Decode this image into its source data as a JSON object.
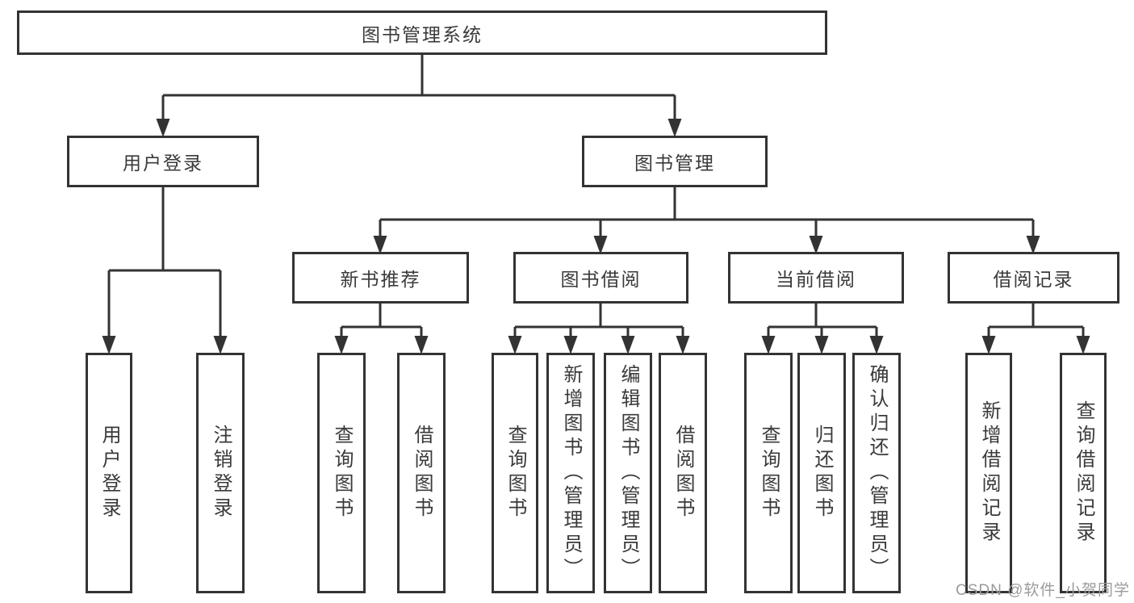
{
  "tree": {
    "label": "图书管理系统",
    "children": [
      {
        "label": "用户登录",
        "children": [
          {
            "label": "用户登录"
          },
          {
            "label": "注销登录"
          }
        ]
      },
      {
        "label": "图书管理",
        "children": [
          {
            "label": "新书推荐",
            "children": [
              {
                "label": "查询图书"
              },
              {
                "label": "借阅图书"
              }
            ]
          },
          {
            "label": "图书借阅",
            "children": [
              {
                "label": "查询图书"
              },
              {
                "label": "新增图书（管理员）"
              },
              {
                "label": "编辑图书（管理员）"
              },
              {
                "label": "借阅图书"
              }
            ]
          },
          {
            "label": "当前借阅",
            "children": [
              {
                "label": "查询图书"
              },
              {
                "label": "归还图书"
              },
              {
                "label": "确认归还（管理员）"
              }
            ]
          },
          {
            "label": "借阅记录",
            "children": [
              {
                "label": "新增借阅记录"
              },
              {
                "label": "查询借阅记录"
              }
            ]
          }
        ]
      }
    ]
  },
  "watermark": {
    "text": "CSDN @软件_小贺同学"
  },
  "colors": {
    "line": "#333333",
    "box_border": "#333333",
    "text": "#3a3a3a",
    "watermark": "#9b9b9b",
    "background": "#ffffff"
  }
}
